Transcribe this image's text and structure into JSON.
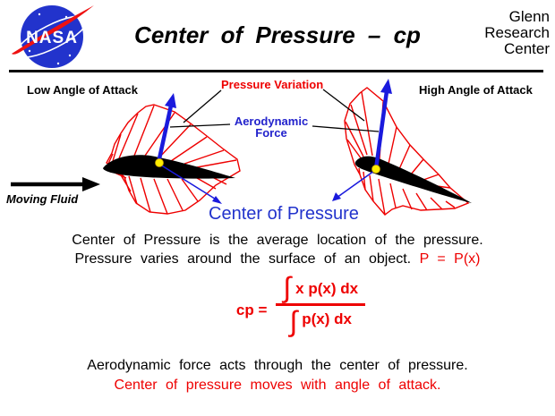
{
  "header": {
    "title": "Center of Pressure – cp",
    "org_line1": "Glenn",
    "org_line2": "Research",
    "org_line3": "Center",
    "logo_text": "NASA"
  },
  "diagram": {
    "left_caption": "Low  Angle of Attack",
    "right_caption": "High  Angle of Attack",
    "pressure_variation_label": "Pressure Variation",
    "aero_force_line1": "Aerodynamic",
    "aero_force_line2": "Force",
    "center_of_pressure_label": "Center of Pressure",
    "moving_fluid_label": "Moving Fluid",
    "colors": {
      "pressure_red": "#ee0000",
      "force_blue": "#2222cc",
      "cp_dot_yellow": "#ffee00",
      "airfoil_black": "#000000",
      "nasa_blue": "#2233cc"
    }
  },
  "body": {
    "line1": "Center of Pressure is the average location of the pressure.",
    "line2_black": "Pressure varies around the surface of an object.",
    "line2_red": "P = P(x)",
    "formula": {
      "lhs": "cp =",
      "integral_sign": "∫",
      "numerator": "x  p(x)  dx",
      "denominator": "p(x)  dx"
    },
    "line3": "Aerodynamic force acts through the center of pressure.",
    "line4": "Center of pressure moves with angle of attack."
  }
}
